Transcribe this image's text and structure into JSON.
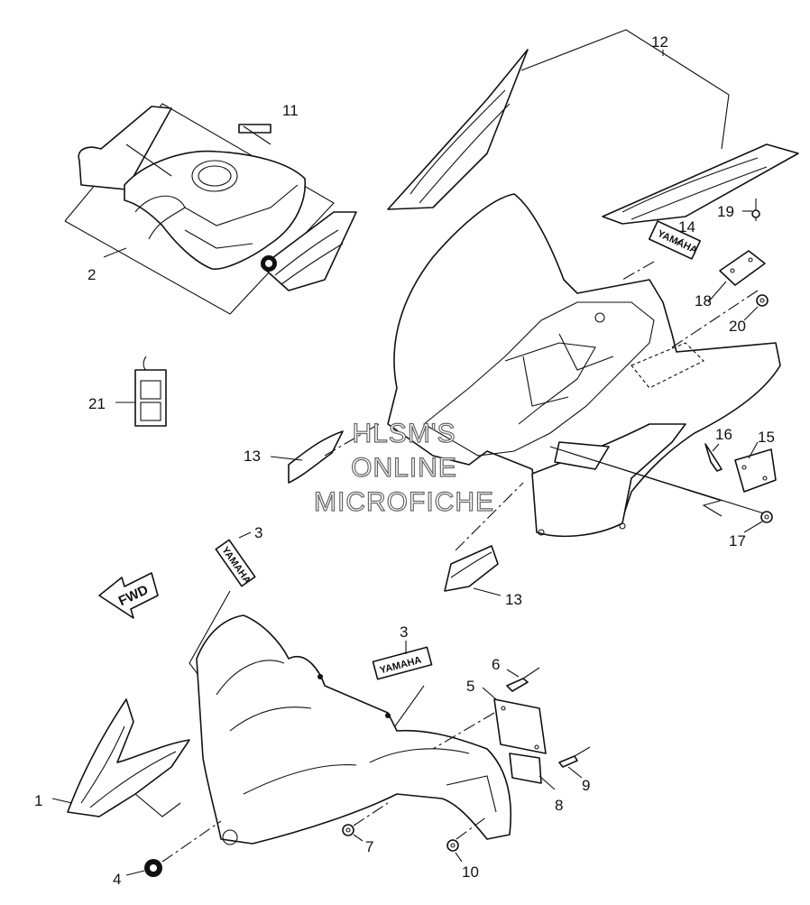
{
  "watermark": {
    "line1": "HLSM'S",
    "line2": "ONLINE",
    "line3": "MICROFICHE"
  },
  "direction_arrow": {
    "label": "FWD"
  },
  "decals": {
    "brand": "YAMAHA"
  },
  "callouts": [
    {
      "id": "c1",
      "label": "1"
    },
    {
      "id": "c2",
      "label": "2"
    },
    {
      "id": "c3a",
      "label": "3"
    },
    {
      "id": "c3b",
      "label": "3"
    },
    {
      "id": "c4",
      "label": "4"
    },
    {
      "id": "c5",
      "label": "5"
    },
    {
      "id": "c6",
      "label": "6"
    },
    {
      "id": "c7",
      "label": "7"
    },
    {
      "id": "c8",
      "label": "8"
    },
    {
      "id": "c9",
      "label": "9"
    },
    {
      "id": "c10",
      "label": "10"
    },
    {
      "id": "c11",
      "label": "11"
    },
    {
      "id": "c12",
      "label": "12"
    },
    {
      "id": "c13a",
      "label": "13"
    },
    {
      "id": "c13b",
      "label": "13"
    },
    {
      "id": "c14",
      "label": "14"
    },
    {
      "id": "c15",
      "label": "15"
    },
    {
      "id": "c16",
      "label": "16"
    },
    {
      "id": "c17",
      "label": "17"
    },
    {
      "id": "c18",
      "label": "18"
    },
    {
      "id": "c19",
      "label": "19"
    },
    {
      "id": "c20",
      "label": "20"
    },
    {
      "id": "c21",
      "label": "21"
    }
  ]
}
